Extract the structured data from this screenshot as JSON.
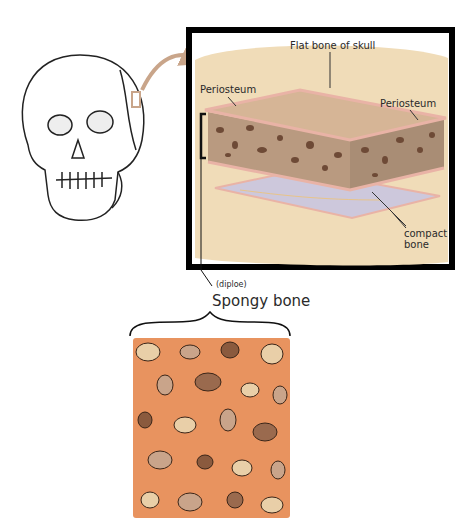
{
  "diagram": {
    "labels": [
      "Flat bone of skull",
      "Periosteum",
      "Periosteum",
      "compact bone",
      "(diploe)",
      "Spongy bone"
    ]
  }
}
